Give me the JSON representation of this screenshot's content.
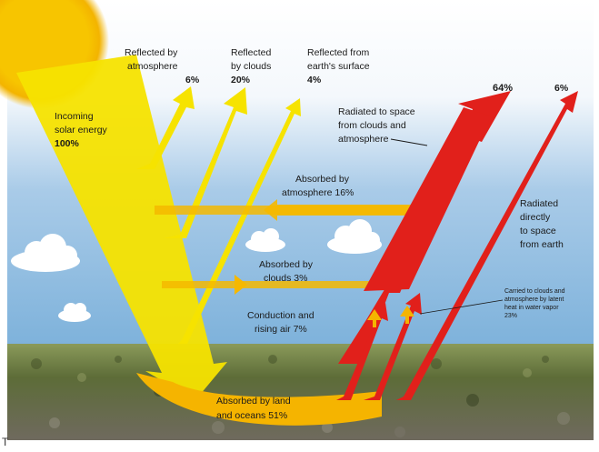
{
  "diagram": {
    "incoming": {
      "line1": "Incoming",
      "line2": "solar energy",
      "line3": "100%"
    },
    "reflected_atmosphere": {
      "line1": "Reflected by",
      "line2": "atmosphere",
      "line3": "6%"
    },
    "reflected_clouds": {
      "line1": "Reflected",
      "line2": "by clouds",
      "line3": "20%"
    },
    "reflected_surface": {
      "line1": "Reflected from",
      "line2": "earth's surface",
      "line3": "4%"
    },
    "radiated_clouds": {
      "line1": "Radiated to space",
      "line2": "from clouds and",
      "line3": "atmosphere",
      "value": "64%"
    },
    "radiated_direct": {
      "line1": "Radiated",
      "line2": "directly",
      "line3": "to space",
      "line4": "from earth",
      "value": "6%"
    },
    "absorbed_atmosphere": {
      "line1": "Absorbed by",
      "line2": "atmosphere 16%"
    },
    "absorbed_clouds": {
      "line1": "Absorbed by",
      "line2": "clouds 3%"
    },
    "conduction": {
      "line1": "Conduction and",
      "line2": "rising air 7%"
    },
    "latent_heat": {
      "line1": "Carried to clouds and",
      "line2": "atmosphere by latent",
      "line3": "heat in water vapor",
      "line4": "23%"
    },
    "absorbed_land": {
      "line1": "Absorbed by land",
      "line2": "and oceans 51%"
    },
    "corner_mark": "T"
  },
  "colors": {
    "sun": "#f5c400",
    "solar_arrow": "#f6e500",
    "absorbed": "#f5b400",
    "infrared": "#e3201b",
    "sky_top": "#ffffff",
    "sky_bottom": "#7fb3dc",
    "ground": "#5f6f3a"
  }
}
